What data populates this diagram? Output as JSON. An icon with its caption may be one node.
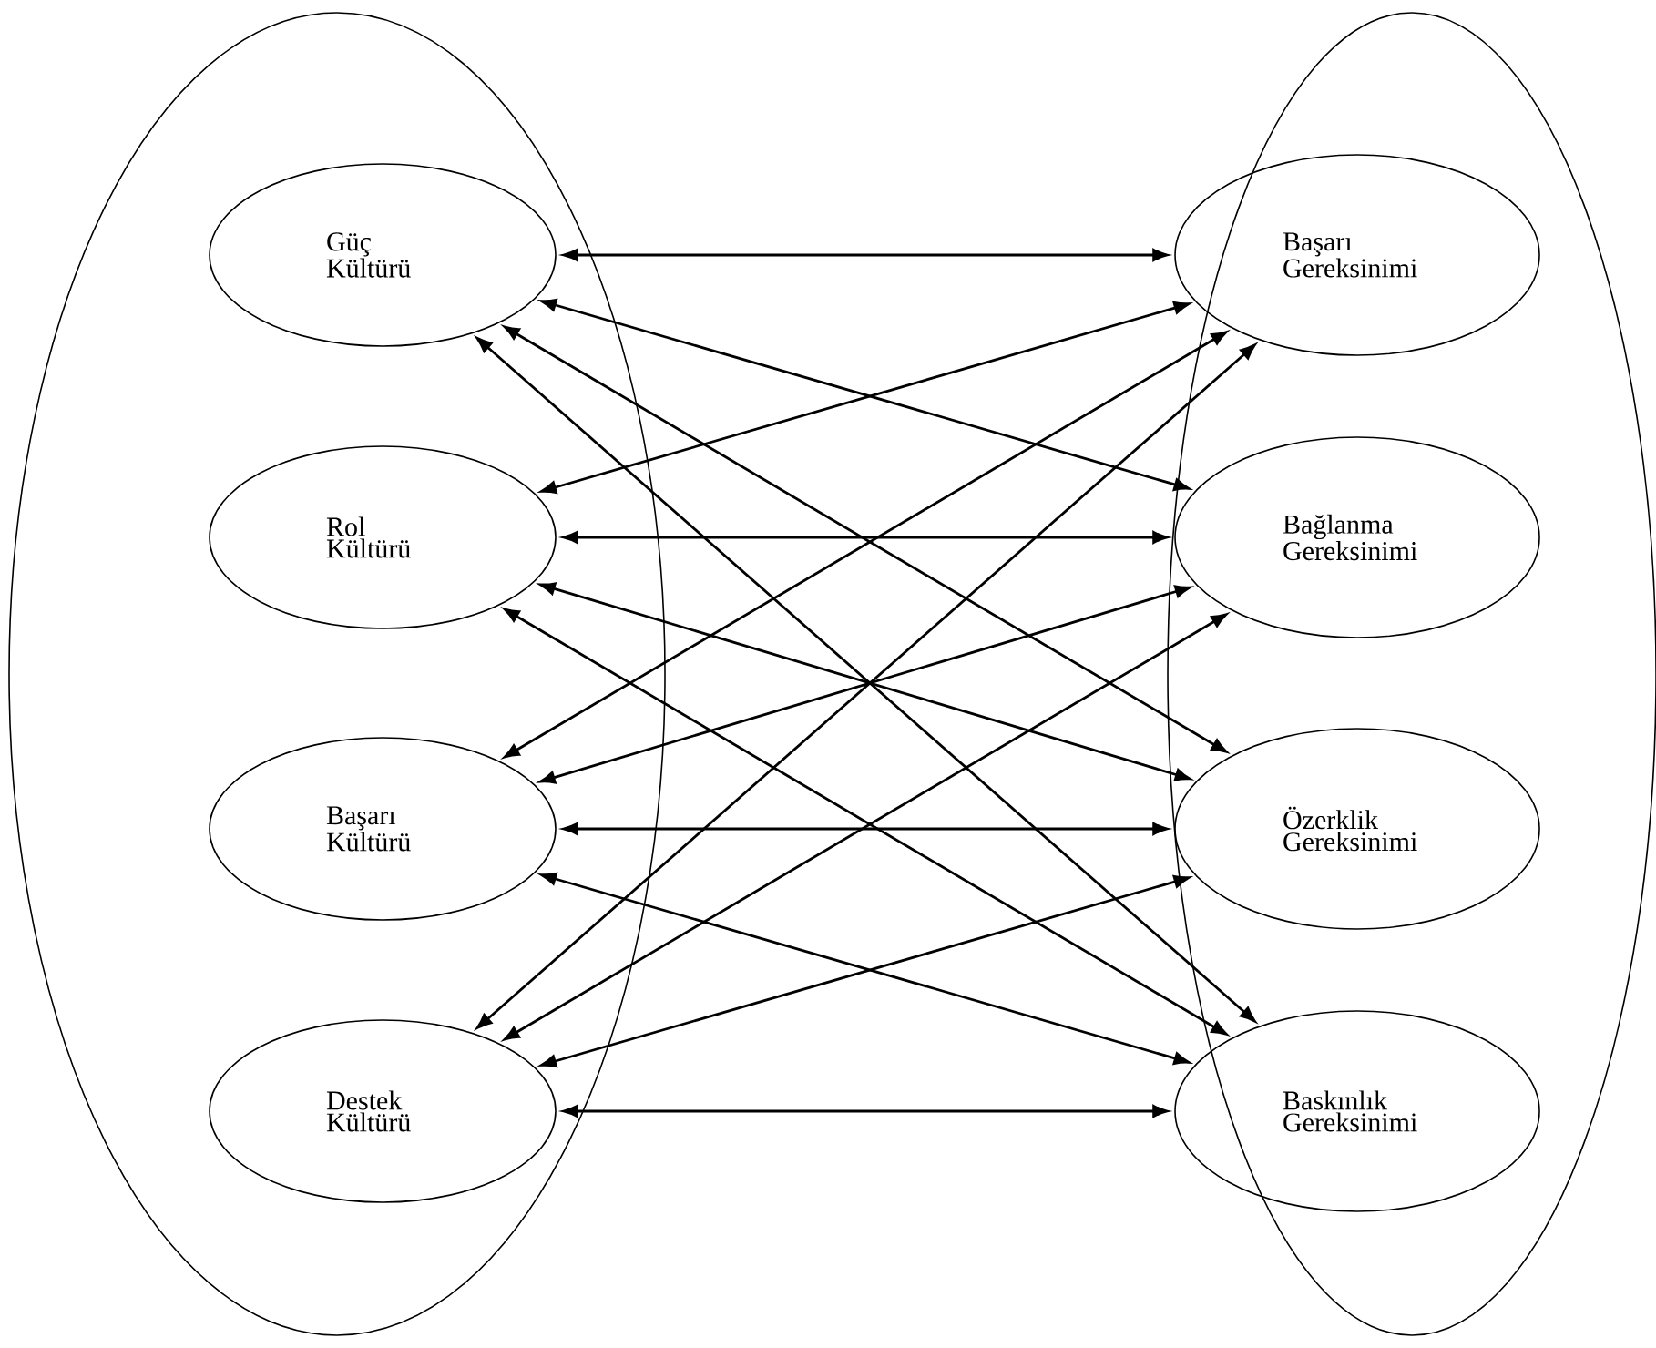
{
  "diagram": {
    "nodes": [
      {
        "text": [],
        "shape": "ellipse"
      },
      {
        "text": [
          "Güç Kültürü"
        ],
        "in": 0
      },
      {
        "text": [
          "Rol Kültürü"
        ],
        "in": 0
      },
      {
        "text": [
          "Başarı Kültürü"
        ],
        "in": 0
      },
      {
        "text": [
          "Destek Kültürü"
        ],
        "in": 0
      },
      {
        "text": [],
        "shape": "ellipse"
      },
      {
        "text": [
          "Başarı Gereksinimi"
        ],
        "in": 5
      },
      {
        "text": [
          "Bağlanma Gereksinimi"
        ],
        "in": 5
      },
      {
        "text": [
          "Özerklik Gereksinimi"
        ],
        "in": 5
      },
      {
        "text": [
          "Baskınlık Gereksinimi"
        ],
        "in": 5
      }
    ],
    "edges": [
      {
        "from": 1,
        "to": 6,
        "arrow": "both"
      },
      {
        "from": 1,
        "to": 7,
        "arrow": "both"
      },
      {
        "from": 1,
        "to": 8,
        "arrow": "both"
      },
      {
        "from": 1,
        "to": 9,
        "arrow": "both"
      },
      {
        "from": 2,
        "to": 6,
        "arrow": "both"
      },
      {
        "from": 2,
        "to": 7,
        "arrow": "both"
      },
      {
        "from": 2,
        "to": 8,
        "arrow": "both"
      },
      {
        "from": 2,
        "to": 9,
        "arrow": "both"
      },
      {
        "from": 3,
        "to": 6,
        "arrow": "both"
      },
      {
        "from": 3,
        "to": 7,
        "arrow": "both"
      },
      {
        "from": 3,
        "to": 8,
        "arrow": "both"
      },
      {
        "from": 3,
        "to": 9,
        "arrow": "both"
      },
      {
        "from": 4,
        "to": 6,
        "arrow": "both"
      },
      {
        "from": 4,
        "to": 7,
        "arrow": "both"
      },
      {
        "from": 4,
        "to": 8,
        "arrow": "both"
      },
      {
        "from": 4,
        "to": 9,
        "arrow": "both"
      }
    ]
  }
}
